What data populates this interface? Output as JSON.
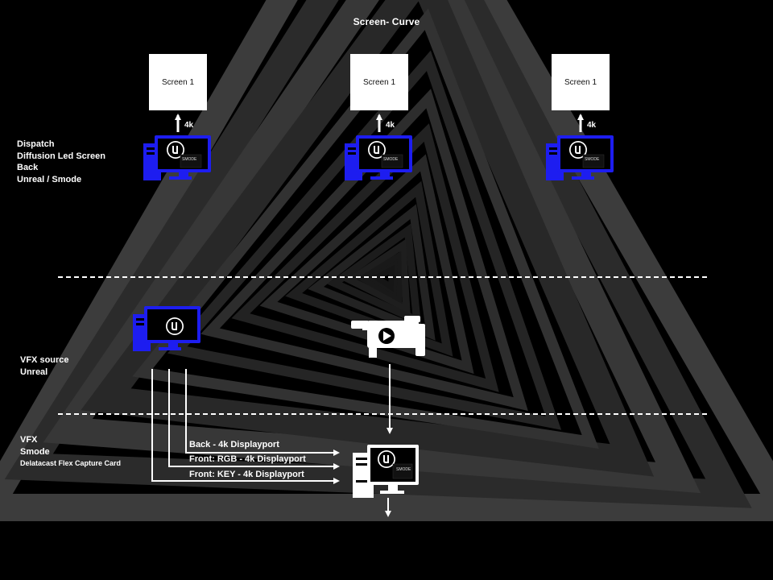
{
  "title": "Screen- Curve",
  "screens": [
    {
      "label": "Screen 1",
      "resolution": "4k"
    },
    {
      "label": "Screen 1",
      "resolution": "4k"
    },
    {
      "label": "Screen 1",
      "resolution": "4k"
    }
  ],
  "sections": {
    "dispatch": [
      "Dispatch",
      "Diffusion Led Screen",
      "Back",
      "Unreal / Smode"
    ],
    "vfx_source": [
      "VFX source",
      "Unreal"
    ],
    "vfx_smode": [
      "VFX",
      "Smode",
      "Delatacast Flex Capture Card"
    ]
  },
  "connections": [
    "Back - 4k Displayport",
    "Front: RGB - 4k Displayport",
    "Front: KEY - 4k Displayport"
  ],
  "computer_badge_text": "SMODE",
  "colors": {
    "background": "#000000",
    "computer_back": "#1d1df0",
    "computer_vfx": "#ffffff",
    "line": "#ffffff"
  }
}
